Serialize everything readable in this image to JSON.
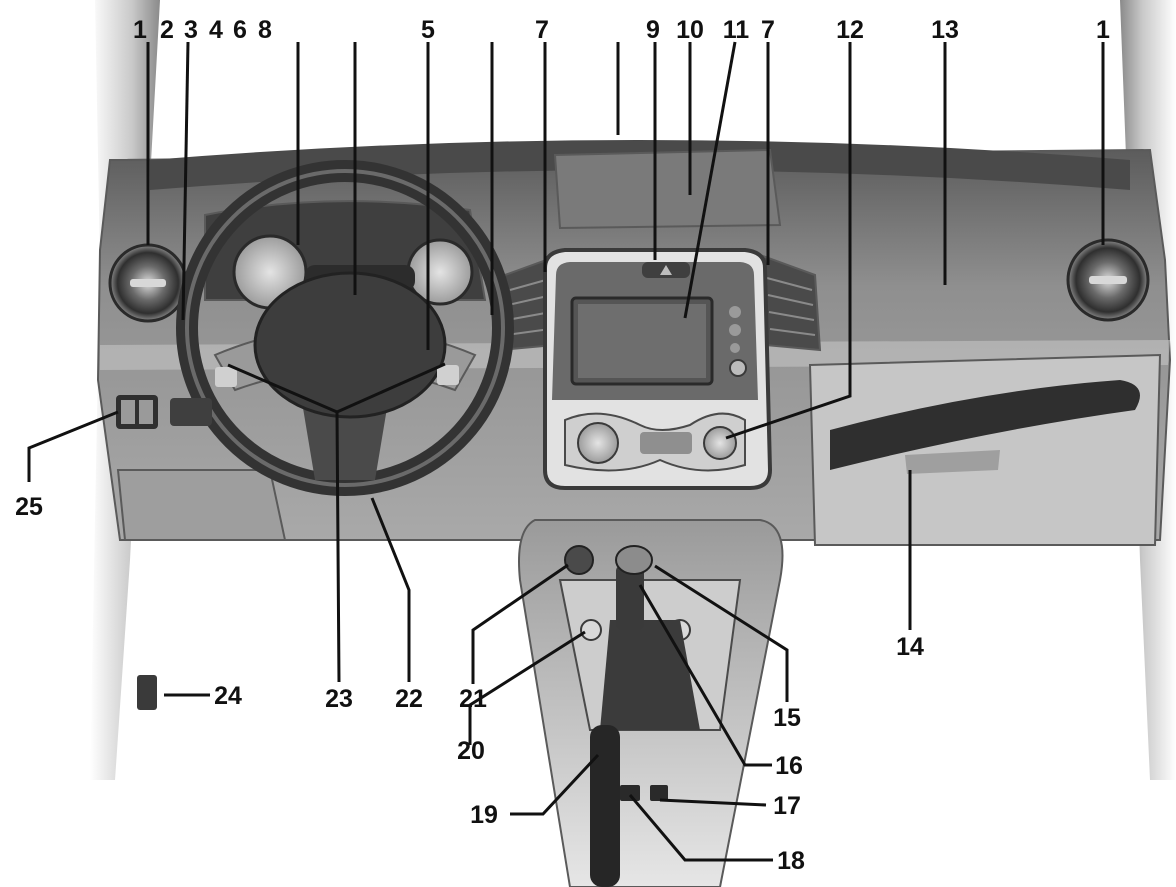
{
  "top_labels": [
    "1",
    "2",
    "3",
    "4",
    "6",
    "8",
    "5",
    "7",
    "9",
    "10",
    "11",
    "7",
    "12",
    "13",
    "1"
  ],
  "side_labels": [
    "25",
    "23",
    "22",
    "21",
    "24",
    "14",
    "15",
    "20",
    "16",
    "19",
    "17",
    "18"
  ],
  "colors": {
    "background": "#ffffff",
    "labels": "#111111",
    "dash": "#8f8f8f",
    "dash_light": "#bdbdbd",
    "dash_dark": "#3a3a3a"
  }
}
